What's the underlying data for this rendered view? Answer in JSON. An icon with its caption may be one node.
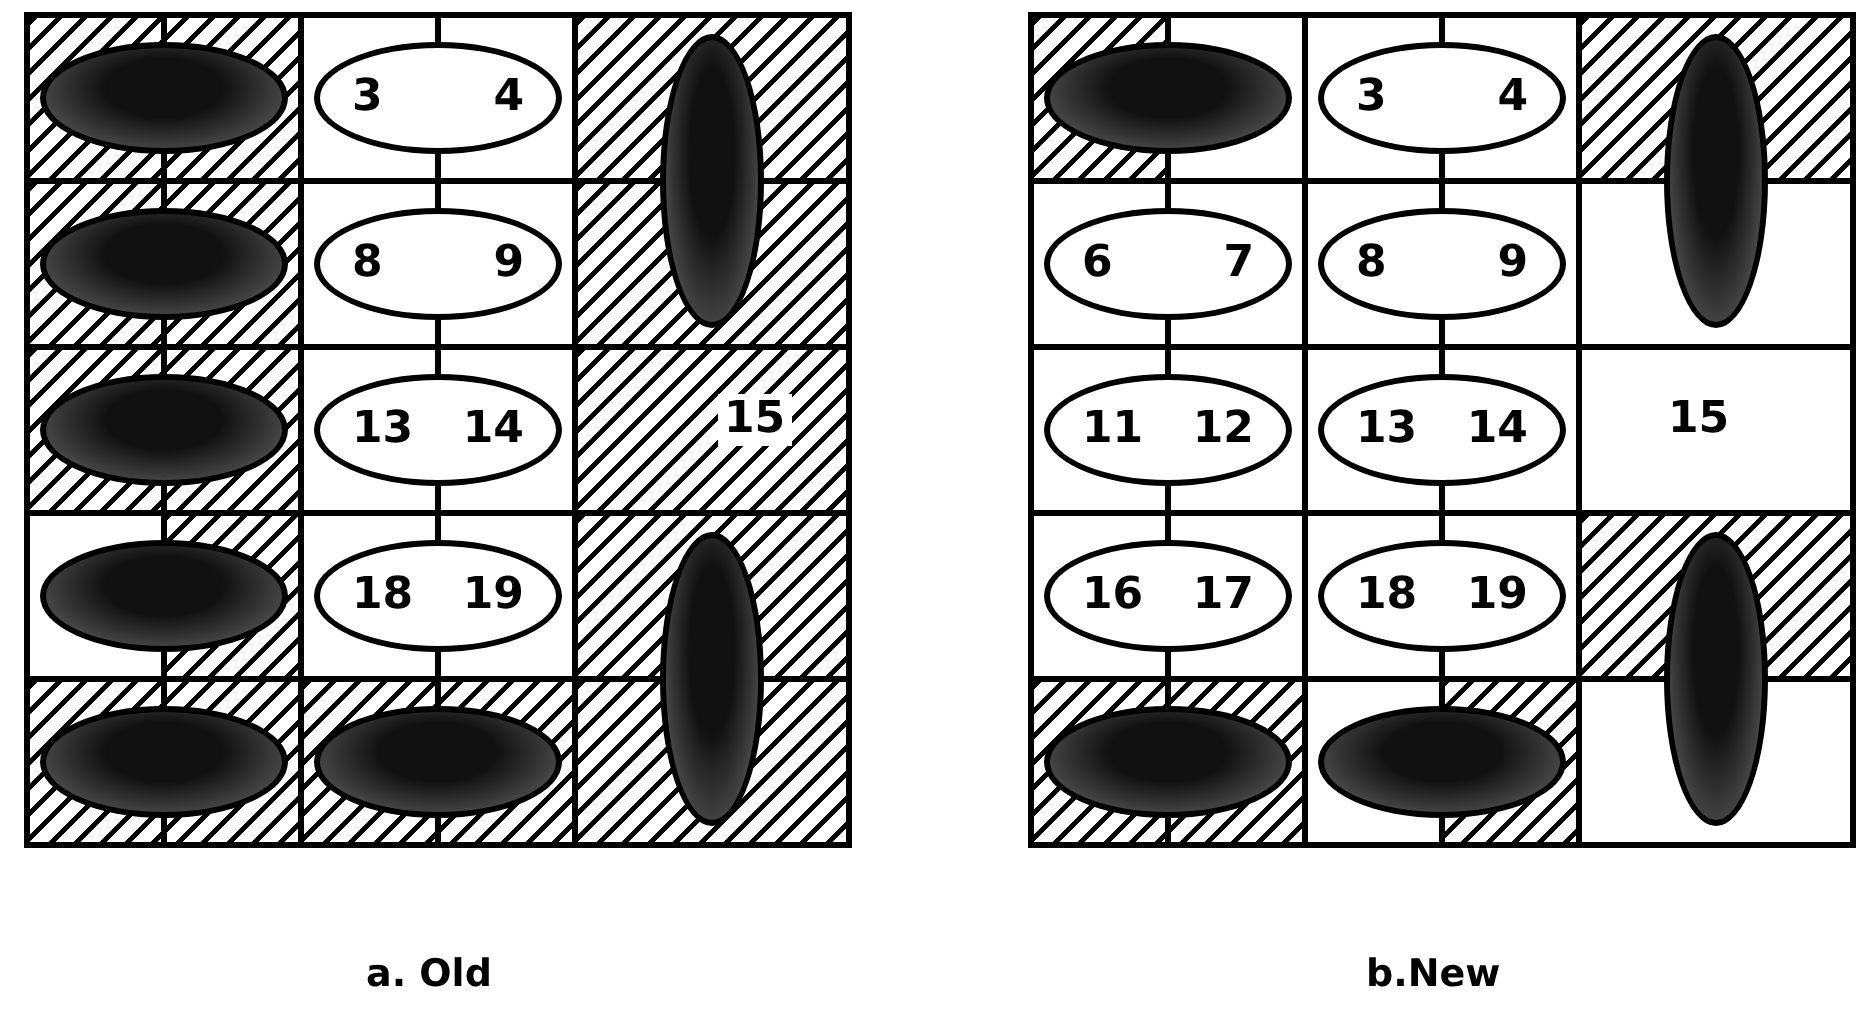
{
  "diagram": {
    "nodes": [
      {
        "text": [],
        "shape": "ellipse"
      },
      {
        "text": [
          "3",
          "4"
        ]
      },
      {
        "text": [],
        "shape": "ellipse"
      },
      {
        "text": [],
        "shape": "ellipse"
      },
      {
        "text": [
          "8",
          "9"
        ]
      },
      {
        "text": [],
        "shape": "ellipse"
      },
      {
        "text": [
          "13",
          "14"
        ]
      },
      {
        "text": [],
        "shape": "ellipse"
      },
      {
        "text": [
          "18",
          "19"
        ]
      },
      {
        "text": [],
        "shape": "ellipse"
      },
      {
        "text": [],
        "shape": "ellipse"
      },
      {
        "text": [],
        "shape": "ellipse"
      },
      {
        "text": [],
        "shape": "ellipse"
      },
      {
        "text": [
          "3",
          "4"
        ]
      },
      {
        "text": [],
        "shape": "ellipse"
      },
      {
        "text": [
          "6",
          "7"
        ]
      },
      {
        "text": [
          "8",
          "9"
        ]
      },
      {
        "text": [
          "11",
          "12"
        ]
      },
      {
        "text": [
          "13",
          "14"
        ]
      },
      {
        "text": [
          "16",
          "17"
        ]
      },
      {
        "text": [
          "18",
          "19"
        ]
      },
      {
        "text": [],
        "shape": "ellipse"
      },
      {
        "text": [],
        "shape": "ellipse"
      },
      {
        "text": [],
        "shape": "ellipse"
      }
    ],
    "edges": [
      {
        "from": null,
        "to": 0,
        "arrow": "none"
      },
      {
        "from": 0,
        "to": 3,
        "arrow": "none"
      },
      {
        "from": 3,
        "to": 5,
        "arrow": "none"
      },
      {
        "from": 5,
        "to": 7,
        "arrow": "none"
      },
      {
        "from": 7,
        "to": 10,
        "arrow": "none"
      },
      {
        "from": 10,
        "to": null,
        "arrow": "none"
      },
      {
        "from": null,
        "to": 1,
        "arrow": "none"
      },
      {
        "from": 1,
        "to": 4,
        "arrow": "none"
      },
      {
        "from": 4,
        "to": 6,
        "arrow": "none"
      },
      {
        "from": 6,
        "to": 8,
        "arrow": "none"
      },
      {
        "from": 8,
        "to": 11,
        "arrow": "none"
      },
      {
        "from": 11,
        "to": null,
        "arrow": "none"
      },
      {
        "from": null,
        "to": 12,
        "arrow": "none"
      },
      {
        "from": 12,
        "to": 15,
        "arrow": "none"
      },
      {
        "from": 15,
        "to": 17,
        "arrow": "none"
      },
      {
        "from": 17,
        "to": 19,
        "arrow": "none"
      },
      {
        "from": 19,
        "to": 22,
        "arrow": "none"
      },
      {
        "from": 22,
        "to": null,
        "arrow": "none"
      },
      {
        "from": null,
        "to": 13,
        "arrow": "none"
      },
      {
        "from": 13,
        "to": 16,
        "arrow": "none"
      },
      {
        "from": 16,
        "to": 18,
        "arrow": "none"
      },
      {
        "from": 18,
        "to": 20,
        "arrow": "none"
      },
      {
        "from": 20,
        "to": 23,
        "arrow": "none"
      },
      {
        "from": 23,
        "to": null,
        "arrow": "none"
      }
    ],
    "labels": [
      "15",
      "15",
      "a. Old",
      "b.New"
    ]
  }
}
